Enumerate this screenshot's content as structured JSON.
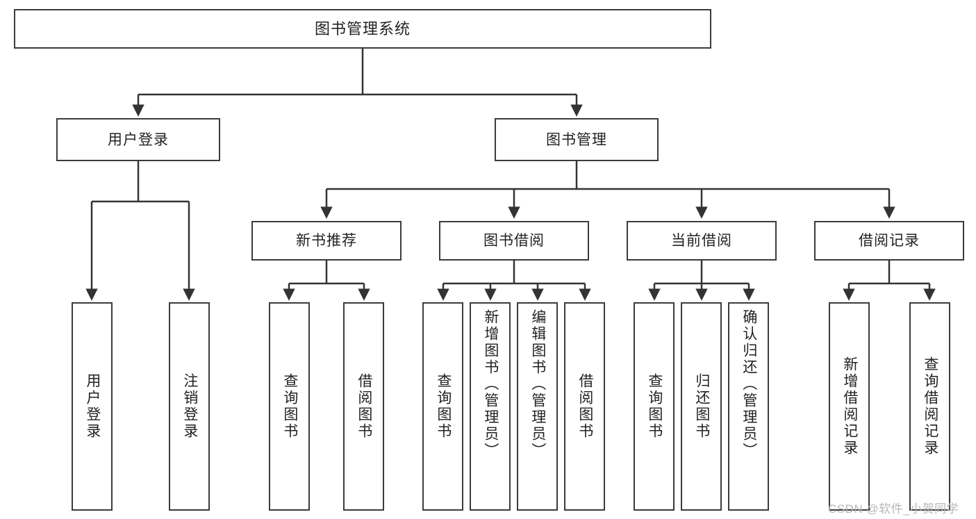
{
  "diagram": {
    "title": "图书管理系统",
    "watermark": "CSDN @软件_小贺同学",
    "colors": {
      "box_border": "#3b3b3b",
      "box_fill": "#ffffff",
      "connector": "#333333",
      "text": "#222222",
      "watermark": "#b7b7b7",
      "background": "#ffffff"
    },
    "levels": {
      "root": "图书管理系统",
      "level2": [
        "用户登录",
        "图书管理"
      ],
      "level3": [
        "新书推荐",
        "图书借阅",
        "当前借阅",
        "借阅记录"
      ]
    },
    "nodes": {
      "root": {
        "label": "图书管理系统"
      },
      "user_login": {
        "label": "用户登录"
      },
      "book_manage": {
        "label": "图书管理"
      },
      "new_book_rec": {
        "label": "新书推荐"
      },
      "book_borrow": {
        "label": "图书借阅"
      },
      "current_borrow": {
        "label": "当前借阅"
      },
      "borrow_record": {
        "label": "借阅记录"
      },
      "leaf_user_login": {
        "label": "用户登录"
      },
      "leaf_user_logout": {
        "label": "注销登录"
      },
      "leaf_rec_query": {
        "label": "查询图书"
      },
      "leaf_rec_borrow": {
        "label": "借阅图书"
      },
      "leaf_borrow_query": {
        "label": "查询图书"
      },
      "leaf_borrow_add": {
        "label": "新增图书（管理员）"
      },
      "leaf_borrow_edit": {
        "label": "编辑图书（管理员）"
      },
      "leaf_borrow_do": {
        "label": "借阅图书"
      },
      "leaf_cur_query": {
        "label": "查询图书"
      },
      "leaf_cur_return": {
        "label": "归还图书"
      },
      "leaf_cur_confirm": {
        "label": "确认归还（管理员）"
      },
      "leaf_rec_add": {
        "label": "新增借阅记录"
      },
      "leaf_rec_search": {
        "label": "查询借阅记录"
      }
    },
    "edges": [
      {
        "from": "root",
        "to": "user_login"
      },
      {
        "from": "root",
        "to": "book_manage"
      },
      {
        "from": "user_login",
        "to": "leaf_user_login"
      },
      {
        "from": "user_login",
        "to": "leaf_user_logout"
      },
      {
        "from": "book_manage",
        "to": "new_book_rec"
      },
      {
        "from": "book_manage",
        "to": "book_borrow"
      },
      {
        "from": "book_manage",
        "to": "current_borrow"
      },
      {
        "from": "book_manage",
        "to": "borrow_record"
      },
      {
        "from": "new_book_rec",
        "to": "leaf_rec_query"
      },
      {
        "from": "new_book_rec",
        "to": "leaf_rec_borrow"
      },
      {
        "from": "book_borrow",
        "to": "leaf_borrow_query"
      },
      {
        "from": "book_borrow",
        "to": "leaf_borrow_add"
      },
      {
        "from": "book_borrow",
        "to": "leaf_borrow_edit"
      },
      {
        "from": "book_borrow",
        "to": "leaf_borrow_do"
      },
      {
        "from": "current_borrow",
        "to": "leaf_cur_query"
      },
      {
        "from": "current_borrow",
        "to": "leaf_cur_return"
      },
      {
        "from": "current_borrow",
        "to": "leaf_cur_confirm"
      },
      {
        "from": "borrow_record",
        "to": "leaf_rec_add"
      },
      {
        "from": "borrow_record",
        "to": "leaf_rec_search"
      }
    ]
  }
}
